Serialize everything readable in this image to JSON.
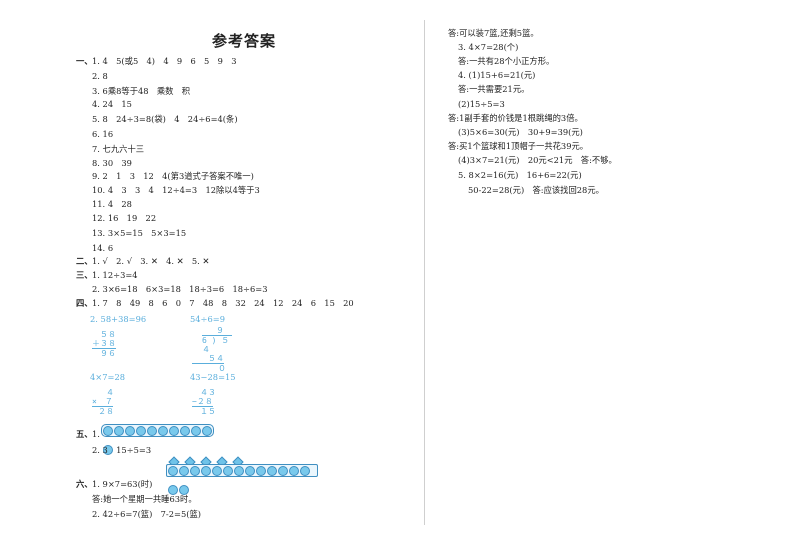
{
  "title": "参考答案",
  "left": [
    {
      "sec": "一、",
      "text": "1. 4　5(或5　4)　4　9　6　5　9　3"
    },
    {
      "sec": "",
      "text": "2. 8"
    },
    {
      "sec": "",
      "text": "3. 6乘8等于48　乘数　积"
    },
    {
      "sec": "",
      "text": "4. 24　15"
    },
    {
      "sec": "",
      "text": "5. 8　24÷3=8(袋)　4　24÷6=4(条)"
    },
    {
      "sec": "",
      "text": "6. 16"
    },
    {
      "sec": "",
      "text": "7. 七九六十三"
    },
    {
      "sec": "",
      "text": "8. 30　39"
    },
    {
      "sec": "",
      "text": "9. 2　1　3　12　4(第3道式子答案不唯一)"
    },
    {
      "sec": "",
      "text": "10. 4　3　3　4　12÷4=3　12除以4等于3"
    },
    {
      "sec": "",
      "text": "11. 4　28"
    },
    {
      "sec": "",
      "text": "12. 16　19　22"
    },
    {
      "sec": "",
      "text": "13. 3×5=15　5×3=15"
    },
    {
      "sec": "",
      "text": "14. 6"
    },
    {
      "sec": "二、",
      "text": "1. √　2. √　3. ✕　4. ✕　5. ✕"
    },
    {
      "sec": "三、",
      "text": "1. 12÷3=4"
    },
    {
      "sec": "",
      "text": "2. 3×6=18　6×3=18　18÷3=6　18÷6=3"
    },
    {
      "sec": "四、",
      "text": "1. 7　8　49　8　6　0　7　48　8　32　24　12　24　6　15　20"
    }
  ],
  "calc": {
    "eq1": "2. 58+38=96",
    "eq2": "54÷6=9",
    "eq3": "4×7=28",
    "eq4": "43−28=15",
    "v1": [
      "５８",
      "＋３８",
      "９６"
    ],
    "v2": [
      "９",
      "6 ) ５４",
      "５４",
      "０"
    ],
    "v3": [
      "４",
      "×　７",
      "２８"
    ],
    "v4": [
      "４３",
      "−２８",
      "１５"
    ]
  },
  "five": {
    "sec": "五、",
    "item1": "1.",
    "item2": "2. 3　15÷5=3"
  },
  "six": [
    {
      "sec": "六、",
      "text": "1. 9×7=63(时)"
    },
    {
      "sec": "",
      "text": "答:她一个星期一共睡63时。"
    },
    {
      "sec": "",
      "text": "2. 42÷6=7(篮)　7-2=5(篮)"
    }
  ],
  "right": [
    "答:可以装7篮,还剩5篮。",
    "3. 4×7=28(个)",
    "答:一共有28个小正方形。",
    "4. (1)15+6=21(元)",
    "答:一共需要21元。",
    "(2)15÷5=3",
    "答:1副手套的价钱是1根跳绳的3倍。",
    "(3)5×6=30(元)　30+9=39(元)",
    "答:买1个篮球和1顶帽子一共花39元。",
    "(4)3×7=21(元)　20元<21元　答:不够。",
    "5. 8×2=16(元)　16+6=22(元)",
    "50-22=28(元)　答:应该找回28元。"
  ]
}
